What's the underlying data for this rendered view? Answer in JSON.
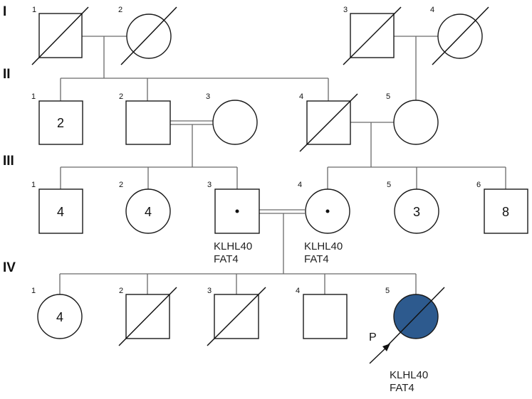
{
  "generations": [
    "I",
    "II",
    "III",
    "IV"
  ],
  "individuals": {
    "I1": {
      "number": "1",
      "sex": "male",
      "deceased": true,
      "affected": false,
      "count": "",
      "carrier": false
    },
    "I2": {
      "number": "2",
      "sex": "female",
      "deceased": true,
      "affected": false,
      "count": "",
      "carrier": false
    },
    "I3": {
      "number": "3",
      "sex": "male",
      "deceased": true,
      "affected": false,
      "count": "",
      "carrier": false
    },
    "I4": {
      "number": "4",
      "sex": "female",
      "deceased": true,
      "affected": false,
      "count": "",
      "carrier": false
    },
    "II1": {
      "number": "1",
      "sex": "male",
      "deceased": false,
      "affected": false,
      "count": "2",
      "carrier": false
    },
    "II2": {
      "number": "2",
      "sex": "male",
      "deceased": false,
      "affected": false,
      "count": "",
      "carrier": false
    },
    "II3": {
      "number": "3",
      "sex": "female",
      "deceased": false,
      "affected": false,
      "count": "",
      "carrier": false
    },
    "II4": {
      "number": "4",
      "sex": "male",
      "deceased": true,
      "affected": false,
      "count": "",
      "carrier": false
    },
    "II5": {
      "number": "5",
      "sex": "female",
      "deceased": false,
      "affected": false,
      "count": "",
      "carrier": false
    },
    "III1": {
      "number": "1",
      "sex": "male",
      "deceased": false,
      "affected": false,
      "count": "4",
      "carrier": false
    },
    "III2": {
      "number": "2",
      "sex": "female",
      "deceased": false,
      "affected": false,
      "count": "4",
      "carrier": false
    },
    "III3": {
      "number": "3",
      "sex": "male",
      "deceased": false,
      "affected": false,
      "count": "",
      "carrier": true,
      "genes": [
        "KLHL40",
        "FAT4"
      ]
    },
    "III4": {
      "number": "4",
      "sex": "female",
      "deceased": false,
      "affected": false,
      "count": "",
      "carrier": true,
      "genes": [
        "KLHL40",
        "FAT4"
      ]
    },
    "III5": {
      "number": "5",
      "sex": "female",
      "deceased": false,
      "affected": false,
      "count": "3",
      "carrier": false
    },
    "III6": {
      "number": "6",
      "sex": "male",
      "deceased": false,
      "affected": false,
      "count": "8",
      "carrier": false
    },
    "IV1": {
      "number": "1",
      "sex": "female",
      "deceased": false,
      "affected": false,
      "count": "4",
      "carrier": false
    },
    "IV2": {
      "number": "2",
      "sex": "male",
      "deceased": true,
      "affected": false,
      "count": "",
      "carrier": false
    },
    "IV3": {
      "number": "3",
      "sex": "male",
      "deceased": true,
      "affected": false,
      "count": "",
      "carrier": false
    },
    "IV4": {
      "number": "4",
      "sex": "male",
      "deceased": false,
      "affected": false,
      "count": "",
      "carrier": false
    },
    "IV5": {
      "number": "5",
      "sex": "female",
      "deceased": true,
      "affected": true,
      "count": "",
      "carrier": false,
      "proband": true,
      "genes": [
        "KLHL40",
        "FAT4"
      ]
    }
  },
  "proband_marker": "P",
  "colors": {
    "affected": "#2d5a8e",
    "lines": "#6a6a6a"
  }
}
